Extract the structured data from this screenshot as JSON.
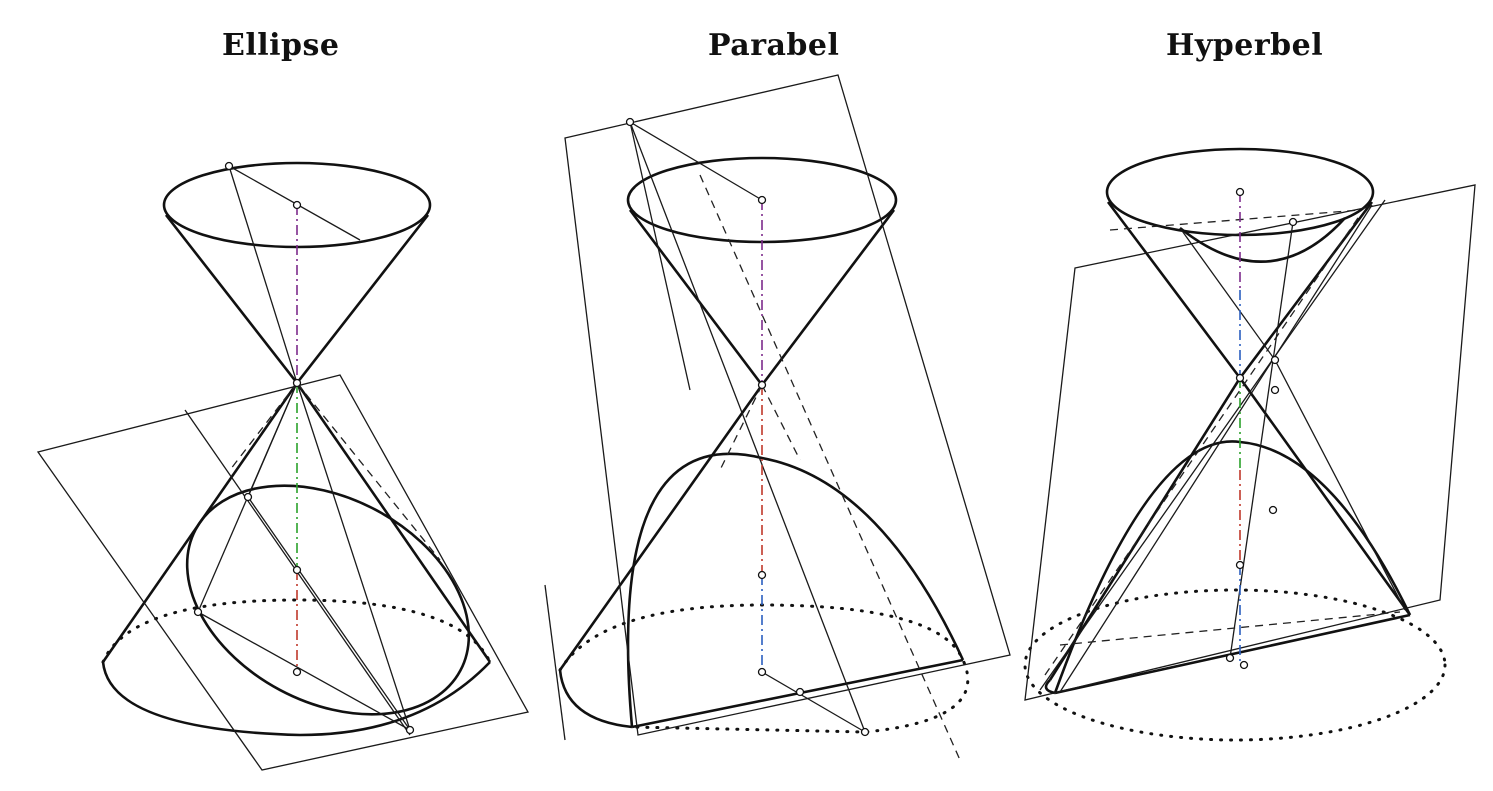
{
  "panels": [
    {
      "title": "Ellipse"
    },
    {
      "title": "Parabel"
    },
    {
      "title": "Hyperbel"
    }
  ]
}
